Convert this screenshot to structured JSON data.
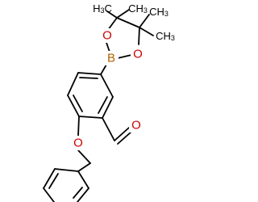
{
  "molecule": {
    "atom_labels": {
      "boron": "B",
      "oxygen_ring_top": "O",
      "oxygen_ring_right": "O",
      "oxygen_aldehyde": "O",
      "oxygen_ether": "O"
    },
    "methyl": {
      "main": "H",
      "sub": "3",
      "prefix": "C"
    },
    "colors": {
      "bond": "#000000",
      "oxygen": "#cc0000",
      "boron": "#b06000",
      "carbon_label": "#000000",
      "background": "#ffffff"
    }
  }
}
